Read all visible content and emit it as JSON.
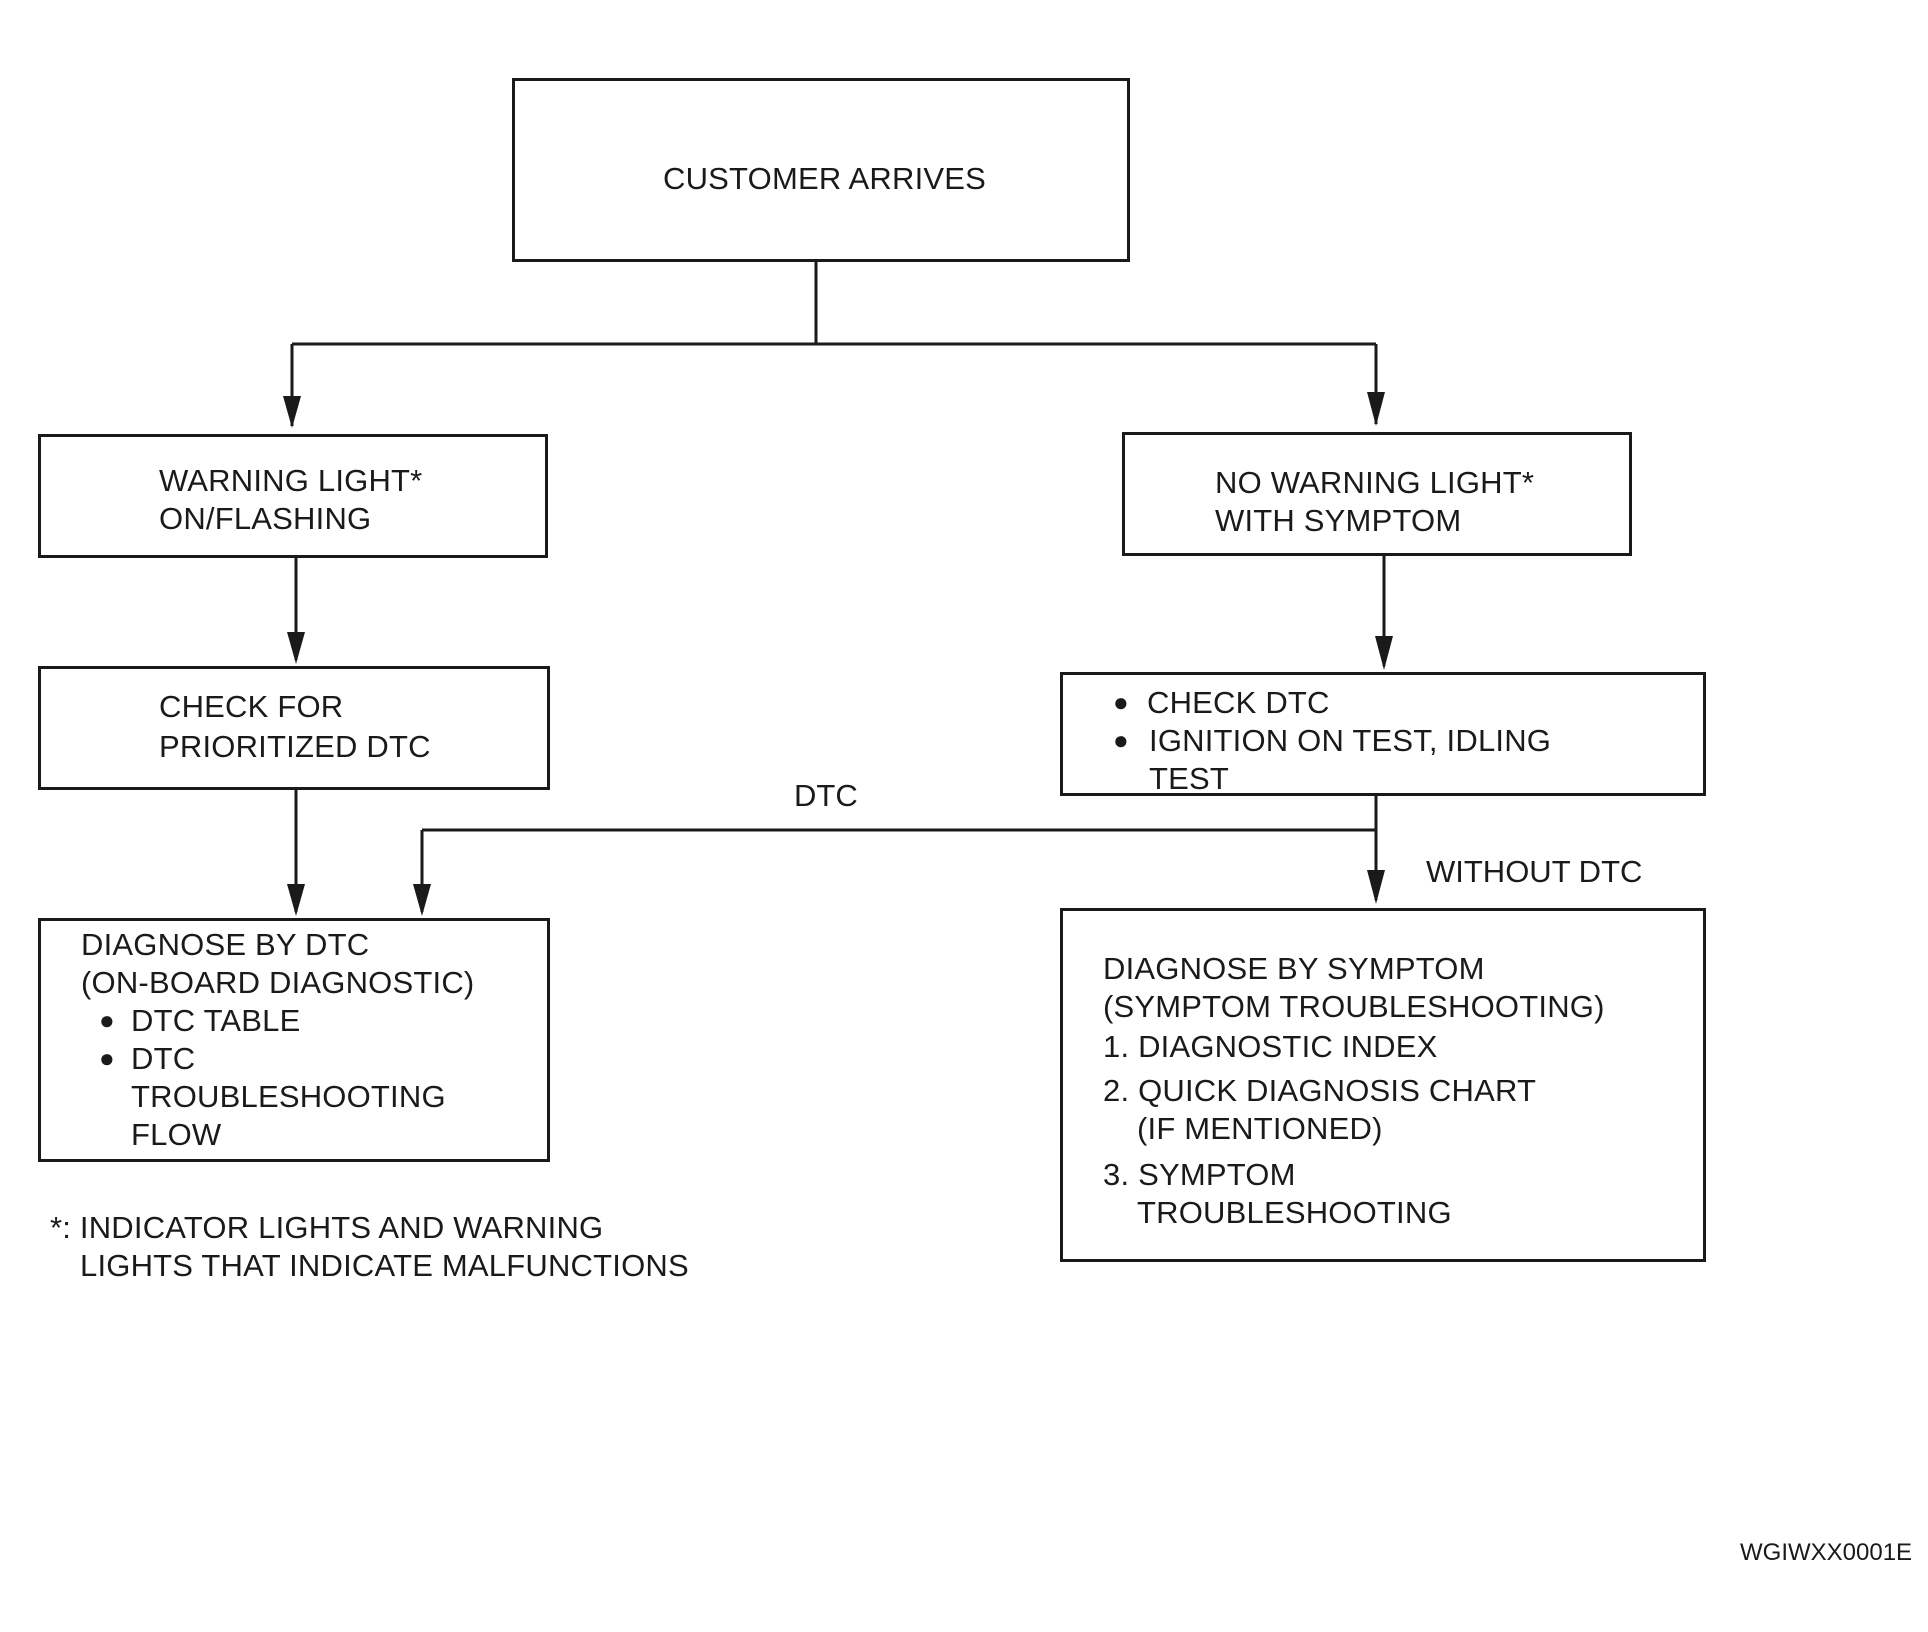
{
  "start": {
    "text": "CUSTOMER ARRIVES"
  },
  "warning_light": {
    "line1": "WARNING LIGHT*",
    "line2": "ON/FLASHING"
  },
  "no_warning_light": {
    "line1": "NO WARNING LIGHT*",
    "line2": "WITH SYMPTOM"
  },
  "check_prioritized": {
    "line1": "CHECK FOR",
    "line2": "PRIORITIZED DTC"
  },
  "check_dtc": {
    "item1": "CHECK DTC",
    "item2_line1": "IGNITION ON TEST, IDLING",
    "item2_line2": "TEST"
  },
  "edge_labels": {
    "dtc": "DTC",
    "without_dtc": "WITHOUT DTC"
  },
  "diagnose_dtc": {
    "line1": "DIAGNOSE BY DTC",
    "line2": "(ON-BOARD DIAGNOSTIC)",
    "item1": "DTC TABLE",
    "item2_line1": "DTC",
    "item2_line2": "TROUBLESHOOTING",
    "item2_line3": "FLOW"
  },
  "diagnose_symptom": {
    "line1": "DIAGNOSE BY SYMPTOM",
    "line2": "(SYMPTOM TROUBLESHOOTING)",
    "item1": "1. DIAGNOSTIC INDEX",
    "item2": "2. QUICK DIAGNOSIS CHART",
    "item2_sub": "(IF MENTIONED)",
    "item3": "3. SYMPTOM",
    "item3_sub": "TROUBLESHOOTING"
  },
  "footnote": {
    "line1": "*: INDICATOR LIGHTS AND WARNING",
    "line2": "LIGHTS THAT INDICATE MALFUNCTIONS"
  },
  "figure_code": "WGIWXX0001E",
  "bullet_glyph": "●"
}
